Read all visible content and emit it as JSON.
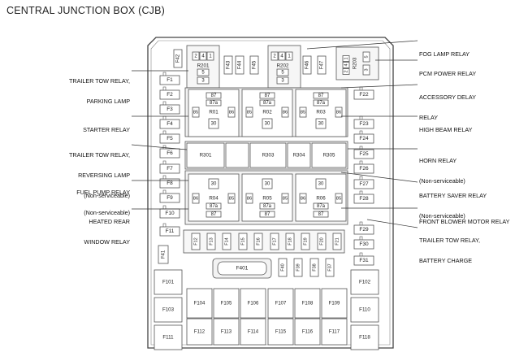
{
  "title": "CENTRAL JUNCTION BOX (CJB)",
  "labels_left": [
    {
      "id": "trailer-tow-relay-parking-lamp",
      "lines": [
        "TRAILER TOW RELAY,",
        "PARKING LAMP"
      ]
    },
    {
      "id": "starter-relay",
      "lines": [
        "STARTER RELAY"
      ]
    },
    {
      "id": "trailer-tow-relay-reversing-lamp",
      "lines": [
        "TRAILER TOW RELAY,",
        "REVERSING LAMP",
        "(Non-serviceable)"
      ]
    },
    {
      "id": "fuel-pump-relay",
      "lines": [
        "FUEL PUMP RELAY",
        "(Non-serviceable)"
      ]
    },
    {
      "id": "heated-rear-window-relay",
      "lines": [
        "HEATED REAR",
        "WINDOW RELAY"
      ]
    }
  ],
  "labels_right": [
    {
      "id": "fog-lamp-relay",
      "lines": [
        "FOG LAMP RELAY"
      ]
    },
    {
      "id": "pcm-power-relay",
      "lines": [
        "PCM POWER RELAY"
      ]
    },
    {
      "id": "accessory-delay-relay",
      "lines": [
        "ACCESSORY DELAY",
        "RELAY"
      ]
    },
    {
      "id": "high-beam-relay",
      "lines": [
        "HIGH BEAM RELAY"
      ]
    },
    {
      "id": "horn-relay",
      "lines": [
        "HORN RELAY",
        "(Non-serviceable)"
      ]
    },
    {
      "id": "battery-saver-relay",
      "lines": [
        "BATTERY SAVER RELAY",
        "(Non-serviceable)"
      ]
    },
    {
      "id": "front-blower-motor-relay",
      "lines": [
        "FRONT BLOWER MOTOR RELAY"
      ]
    },
    {
      "id": "trailer-tow-relay-battery-charge",
      "lines": [
        "TRAILER TOW RELAY,",
        "BATTERY CHARGE"
      ]
    }
  ],
  "left_fuses": [
    "F1",
    "F2",
    "F3",
    "F4",
    "F5",
    "F6",
    "F7",
    "F8",
    "F9",
    "F10",
    "F11"
  ],
  "right_fuses": [
    "F22",
    "F23",
    "F24",
    "F25",
    "F26",
    "F27",
    "F28",
    "F29",
    "F30",
    "F31"
  ],
  "top_fuses": {
    "f42": "F42",
    "f43": "F43",
    "f44": "F44",
    "f45": "F45",
    "f46": "F46",
    "f47": "F47"
  },
  "mini_relays": [
    {
      "name": "R201",
      "pins": [
        "2",
        "4",
        "1",
        "5",
        "3"
      ]
    },
    {
      "name": "R202",
      "pins": [
        "2",
        "4",
        "1",
        "5",
        "3"
      ]
    },
    {
      "name": "R203",
      "pins": [
        "1",
        "4",
        "2",
        "5",
        "3"
      ]
    }
  ],
  "upper_relays": [
    {
      "name": "R01",
      "pins": [
        "87",
        "87a",
        "85",
        "86",
        "30"
      ]
    },
    {
      "name": "R02",
      "pins": [
        "87",
        "87a",
        "85",
        "86",
        "30"
      ]
    },
    {
      "name": "R03",
      "pins": [
        "87",
        "87a",
        "85",
        "86",
        "30"
      ]
    }
  ],
  "lower_relays": [
    {
      "name": "R04",
      "pins": [
        "30",
        "86",
        "85",
        "87a",
        "87"
      ]
    },
    {
      "name": "R05",
      "pins": [
        "30",
        "86",
        "85",
        "87a",
        "87"
      ]
    },
    {
      "name": "R06",
      "pins": [
        "30",
        "86",
        "85",
        "87a",
        "87"
      ]
    }
  ],
  "middle_relays": [
    "R301",
    "R303",
    "R304",
    "R305"
  ],
  "row_fuses": [
    "F12",
    "F13",
    "F14",
    "F15",
    "F16",
    "F17",
    "F18",
    "F19",
    "F20",
    "F21"
  ],
  "f41": "F41",
  "f401": "F401",
  "bottom_small_fuses": [
    "F40",
    "F39",
    "F38",
    "F37"
  ],
  "maxi_fuses": {
    "left": [
      "F101",
      "F103",
      "F111"
    ],
    "right": [
      "F102",
      "F110",
      "F118"
    ],
    "grid_top": [
      "F104",
      "F105",
      "F106",
      "F107",
      "F108",
      "F109"
    ],
    "grid_bottom": [
      "F112",
      "F113",
      "F114",
      "F115",
      "F116",
      "F117"
    ]
  }
}
